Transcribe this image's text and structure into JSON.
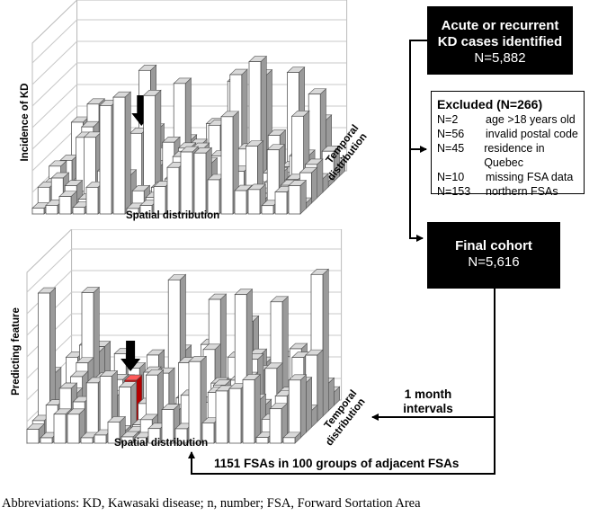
{
  "charts": {
    "top": {
      "ylabel": "Incidence of KD",
      "xlabel": "Spatial distribution",
      "zlabel_line1": "Temporal",
      "zlabel_line2": "distribution"
    },
    "bottom": {
      "ylabel": "Predicting feature",
      "xlabel": "Spatial distribution",
      "zlabel_line1": "Temporal",
      "zlabel_line2": "distribution"
    }
  },
  "flow": {
    "acute": {
      "title_line1": "Acute or recurrent",
      "title_line2": "KD cases identified",
      "n": "N=5,882"
    },
    "excluded": {
      "title": "Excluded (N=266)",
      "rows": [
        {
          "n": "N=2",
          "reason": "age >18 years old"
        },
        {
          "n": "N=56",
          "reason": "invalid postal code"
        },
        {
          "n": "N=45",
          "reason": "residence in Quebec"
        },
        {
          "n": "N=10",
          "reason": "missing FSA data"
        },
        {
          "n": "N=153",
          "reason": "northern FSAs"
        }
      ]
    },
    "final": {
      "title": "Final cohort",
      "n": "N=5,616"
    },
    "month_label_line1": "1 month",
    "month_label_line2": "intervals",
    "fsa_label": "1151 FSAs in 100 groups of adjacent FSAs"
  },
  "footnote": "Abbreviations: KD, Kawasaki disease; n, number; FSA, Forward Sortation Area",
  "colors": {
    "highlight": "#ff0000",
    "box": "#000000"
  }
}
